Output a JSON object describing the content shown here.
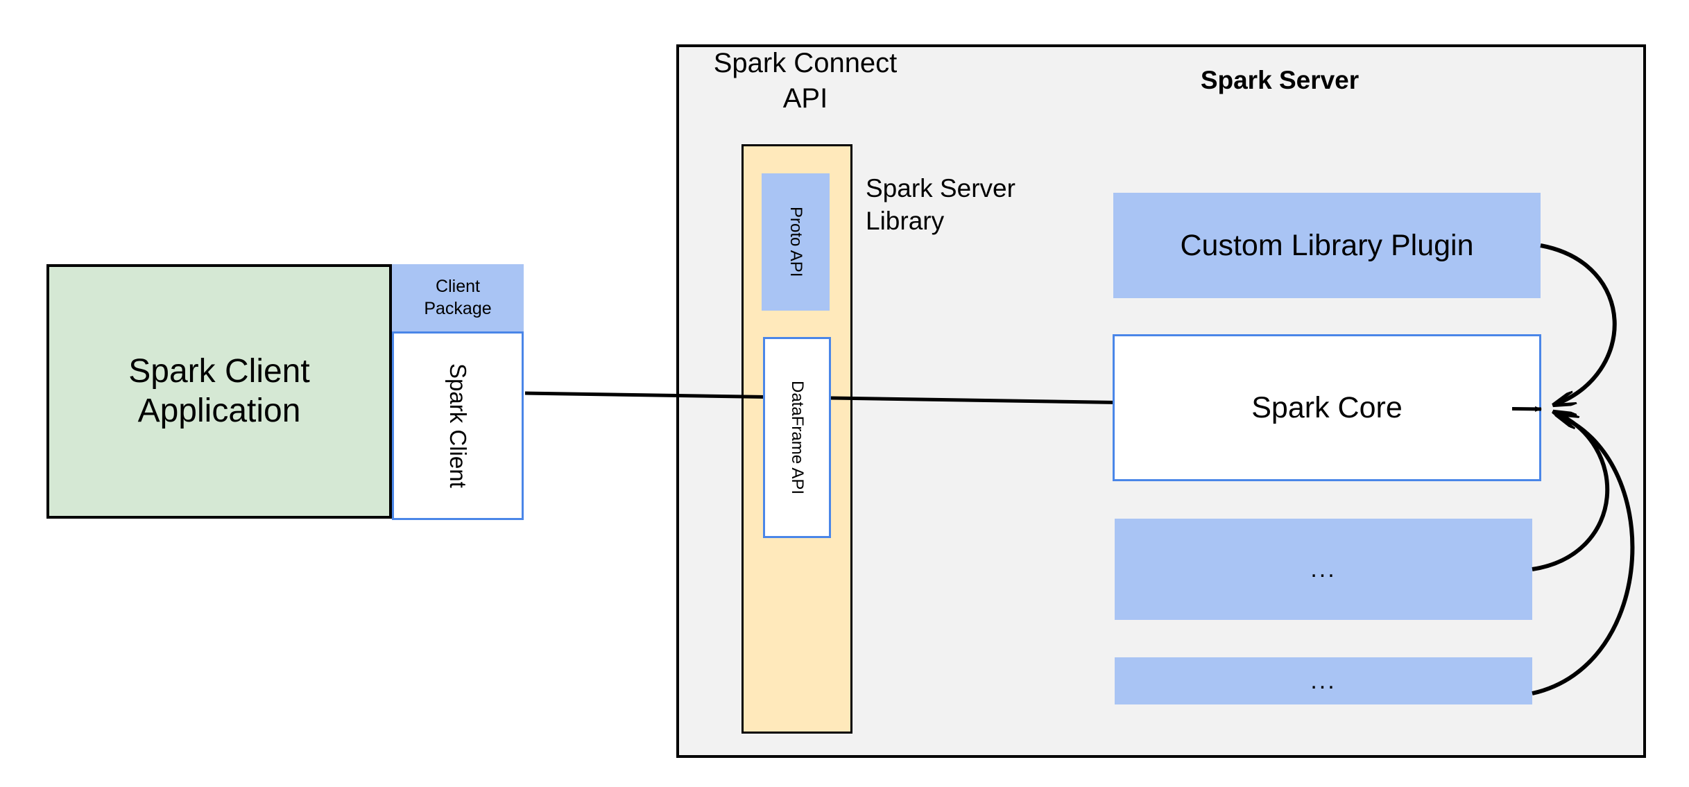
{
  "diagram": {
    "title_client_app": "Spark Client\nApplication",
    "client": {
      "app_label_line1": "Spark Client",
      "app_label_line2": "Application",
      "package_label_line1": "Client",
      "package_label_line2": "Package",
      "spark_client_label": "Spark Client"
    },
    "server": {
      "connect_api_label_line1": "Spark Connect",
      "connect_api_label_line2": "API",
      "server_title": "Spark Server",
      "server_library_label_line1": "Spark Server",
      "server_library_label_line2": "Library",
      "proto_api_label": "Proto API",
      "dataframe_api_label": "DataFrame API",
      "custom_library_plugin_label": "Custom Library Plugin",
      "spark_core_label": "Spark Core",
      "ellipsis_label_1": "...",
      "ellipsis_label_2": "..."
    },
    "colors": {
      "client_app_fill": "#d5e8d4",
      "client_app_stroke": "#000000",
      "blue_fill": "#a9c4f4",
      "blue_stroke": "#4a86e8",
      "server_panel_fill": "#f2f2f2",
      "server_panel_stroke": "#000000",
      "library_fill": "#ffe9bb",
      "library_stroke": "#000000",
      "white_fill": "#ffffff",
      "arrow_stroke": "#000000"
    }
  }
}
